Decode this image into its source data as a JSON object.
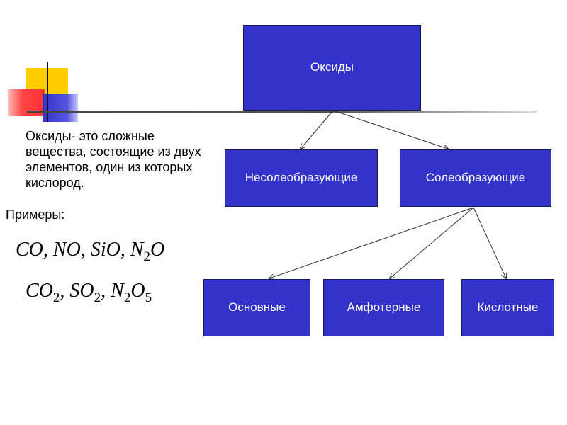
{
  "diagram": {
    "root": "Оксиды",
    "level1": [
      "Несолеобразующие",
      "Солеобразующие"
    ],
    "level2": [
      "Основные",
      "Амфотерные",
      "Кислотные"
    ]
  },
  "definition": "Оксиды- это сложные вещества, состоящие из двух элементов, один из которых кислород.",
  "examples_label": "Примеры:",
  "formulas": {
    "line1": [
      {
        "t": "CO"
      },
      {
        "t": ", "
      },
      {
        "t": "NO"
      },
      {
        "t": ", "
      },
      {
        "t": "SiO"
      },
      {
        "t": ", "
      },
      {
        "t": "N"
      },
      {
        "s": "2"
      },
      {
        "t": "O"
      }
    ],
    "line2": [
      {
        "t": "CO"
      },
      {
        "s": "2"
      },
      {
        "t": ", "
      },
      {
        "t": "SO"
      },
      {
        "s": "2"
      },
      {
        "t": ", "
      },
      {
        "t": "N"
      },
      {
        "s": "2"
      },
      {
        "t": "O"
      },
      {
        "s": "5"
      }
    ]
  },
  "colors": {
    "box_fill": "#3333cc",
    "deco_yellow": "#ffcc00",
    "deco_red": "#ff3333",
    "deco_blue": "#3333cc"
  }
}
